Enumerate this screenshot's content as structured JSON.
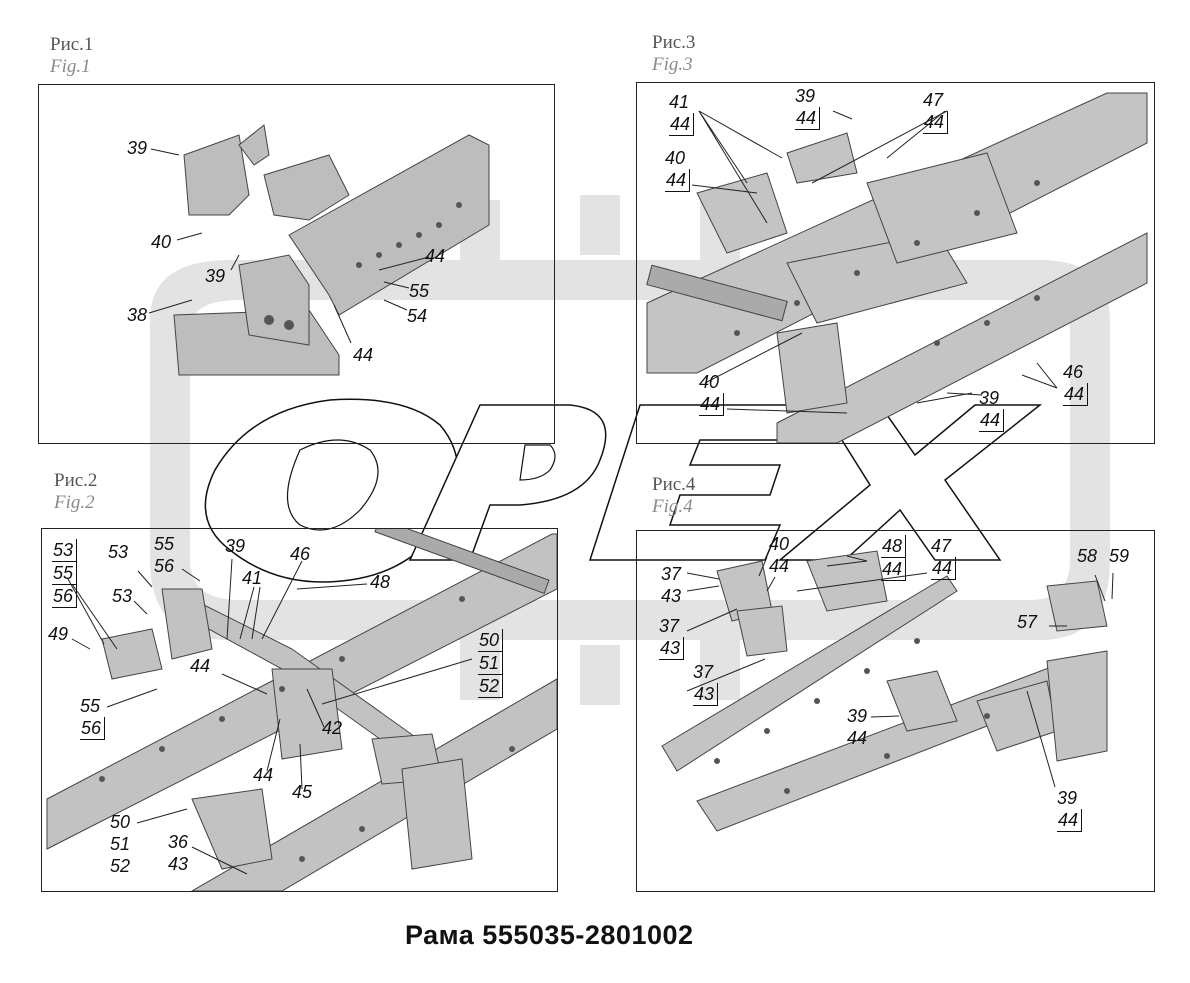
{
  "caption": "Рама 555035-2801002",
  "watermark_text": "OPEX",
  "figures": [
    {
      "ru": "Рис.1",
      "en": "Fig.1"
    },
    {
      "ru": "Рис.2",
      "en": "Fig.2"
    },
    {
      "ru": "Рис.3",
      "en": "Fig.3"
    },
    {
      "ru": "Рис.4",
      "en": "Fig.4"
    }
  ],
  "fig1": {
    "c39a": "39",
    "c40": "40",
    "c39b": "39",
    "c38": "38",
    "c44a": "44",
    "c55": "55",
    "c54": "54",
    "c44b": "44"
  },
  "fig3": {
    "c41": "41",
    "c41s": "44",
    "c39": "39",
    "c39s": "44",
    "c47": "47",
    "c47s": "44",
    "c40": "40",
    "c40s": "44",
    "c40b": "40",
    "c40bs": "44",
    "c39b": "39",
    "c39bs": "44",
    "c46": "46",
    "c46s": "44"
  },
  "fig2": {
    "g1": [
      "53",
      "55",
      "56"
    ],
    "c53a": "53",
    "c53b": "53",
    "c55": "55",
    "c56": "56",
    "c39": "39",
    "c46": "46",
    "c41": "41",
    "c48": "48",
    "c49": "49",
    "c55b": "55",
    "c56b": "56",
    "c44a": "44",
    "c42": "42",
    "g2": [
      "50",
      "51",
      "52"
    ],
    "c44b": "44",
    "c45": "45",
    "g3": [
      "50",
      "51",
      "52"
    ],
    "c36": "36",
    "c43": "43"
  },
  "fig4": {
    "c37a": "37",
    "c43a": "43",
    "c40": "40",
    "c44a": "44",
    "c48": "48",
    "c48s": "44",
    "c47": "47",
    "c47s": "44",
    "c58": "58",
    "c59": "59",
    "c37b": "37",
    "c43b": "43",
    "c57": "57",
    "c37c": "37",
    "c43c": "43",
    "c39a": "39",
    "c44b": "44",
    "c39b": "39",
    "c44c": "44"
  }
}
